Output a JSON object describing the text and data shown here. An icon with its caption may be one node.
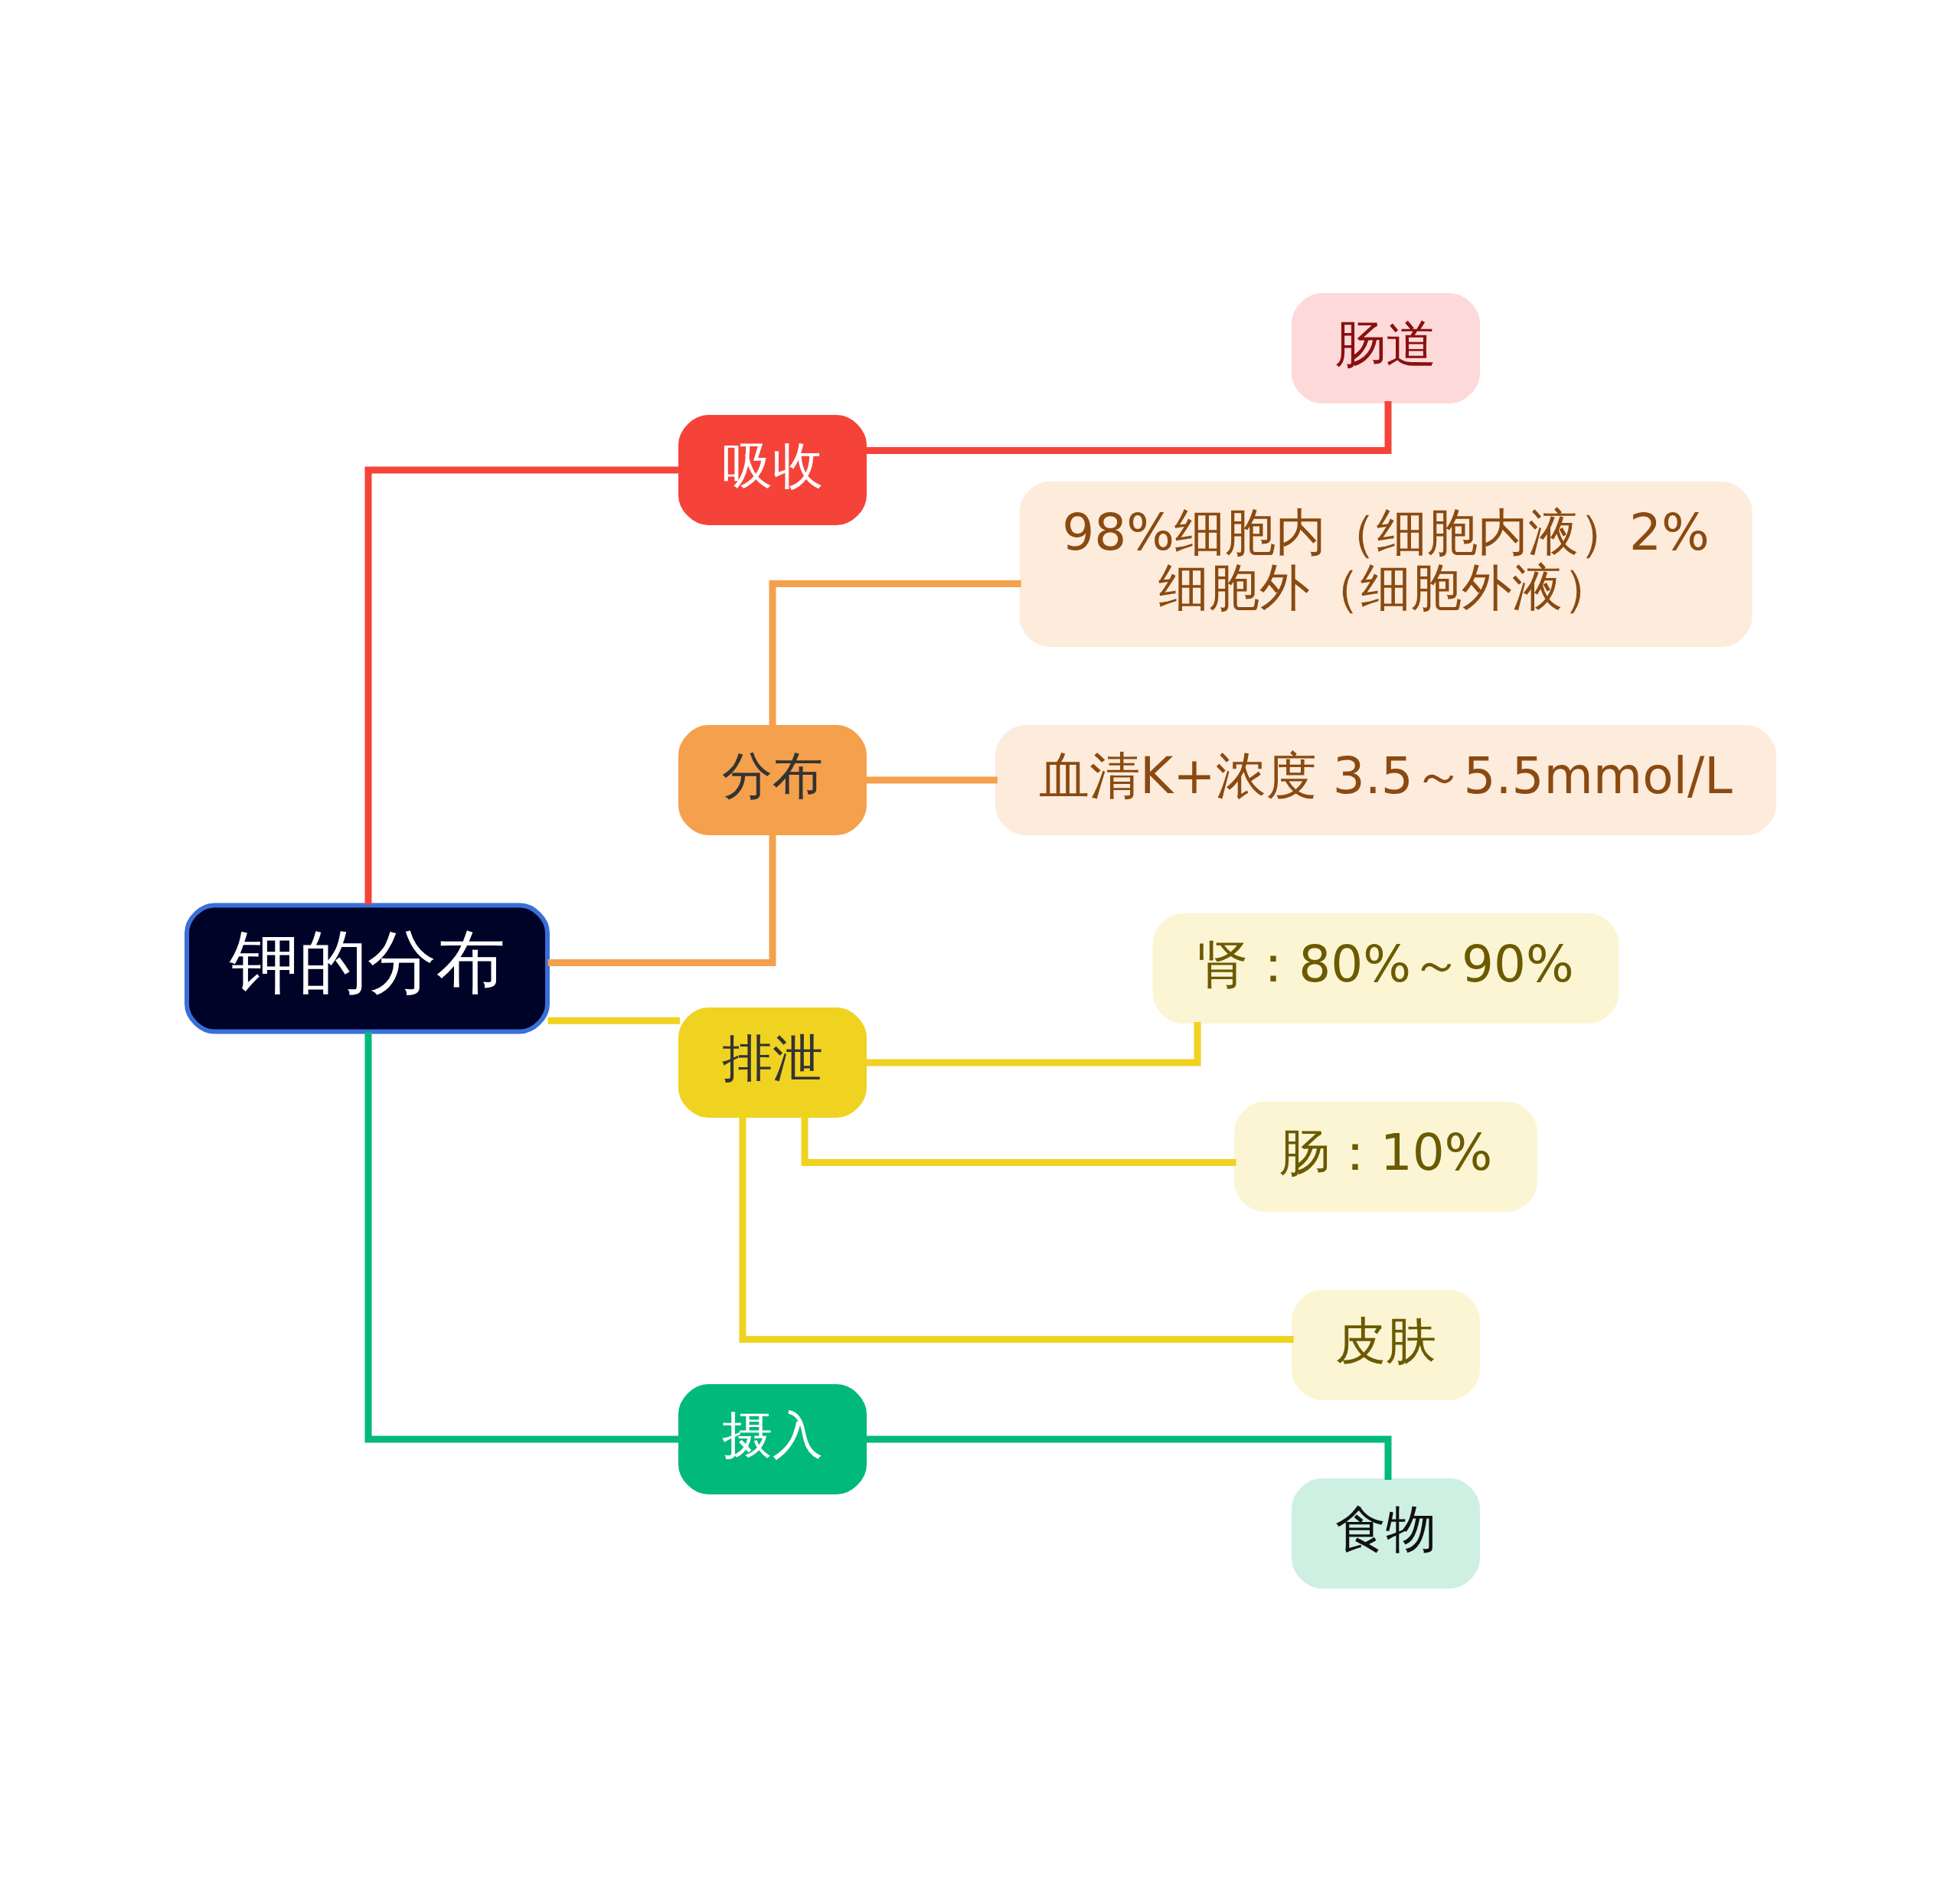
{
  "diagram": {
    "nodes": [
      {
        "text": [
          "钾的分布"
        ]
      },
      {
        "text": [
          "吸收"
        ]
      },
      {
        "text": [
          "肠道"
        ]
      },
      {
        "text": [
          "分布"
        ]
      },
      {
        "text": [
          "98%细胞内（细胞内液）2%细胞外（细胞外液）"
        ]
      },
      {
        "text": [
          "血清K+浓度 3.5～5.5mmol/L"
        ]
      },
      {
        "text": [
          "排泄"
        ]
      },
      {
        "text": [
          "肾：80%～90%"
        ]
      },
      {
        "text": [
          "肠：10%"
        ]
      },
      {
        "text": [
          "皮肤"
        ]
      },
      {
        "text": [
          "摄入"
        ]
      },
      {
        "text": [
          "食物"
        ]
      }
    ],
    "edges": [
      {
        "from": 0,
        "to": 1,
        "arrow": "none",
        "color": "#f5433a"
      },
      {
        "from": 1,
        "to": 2,
        "arrow": "none",
        "color": "#f5433a"
      },
      {
        "from": 0,
        "to": 3,
        "arrow": "none",
        "color": "#f5a04c"
      },
      {
        "from": 3,
        "to": 4,
        "arrow": "none",
        "color": "#f5a04c"
      },
      {
        "from": 3,
        "to": 5,
        "arrow": "none",
        "color": "#f5a04c"
      },
      {
        "from": 0,
        "to": 6,
        "arrow": "none"
      },
      {
        "from": 6,
        "to": 7,
        "arrow": "none"
      },
      {
        "from": 6,
        "to": 8,
        "arrow": "none"
      },
      {
        "from": 6,
        "to": 9,
        "arrow": "none"
      },
      {
        "from": 0,
        "to": 10,
        "arrow": "none",
        "color": "#00b97a"
      },
      {
        "from": 10,
        "to": 11,
        "arrow": "none",
        "color": "#00b97a"
      }
    ]
  }
}
